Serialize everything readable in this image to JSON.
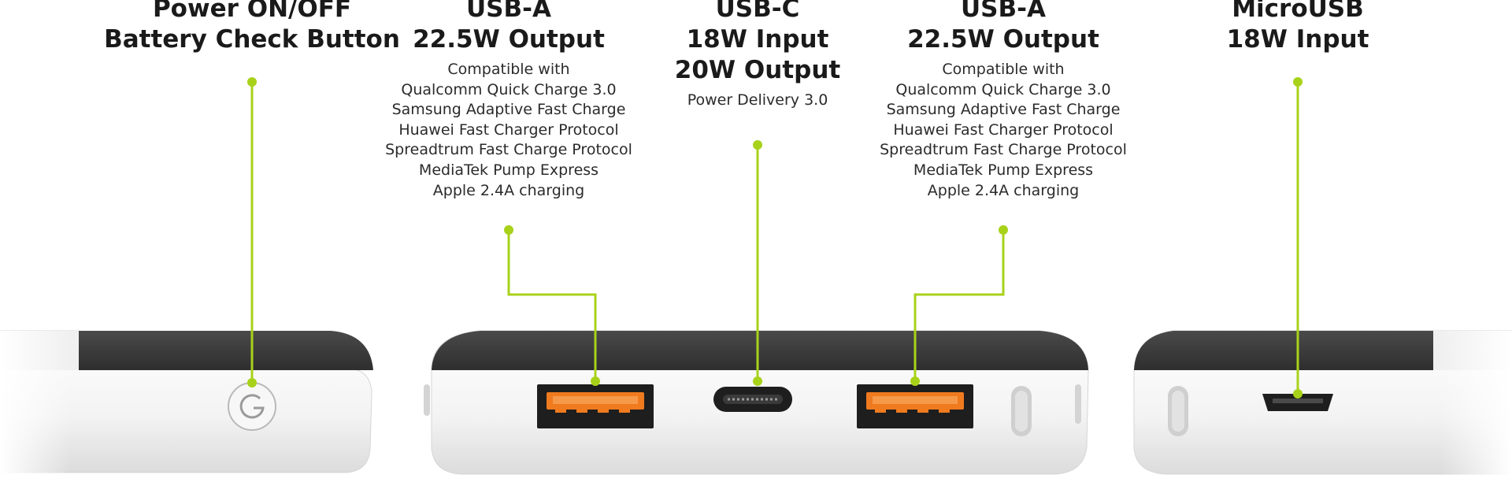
{
  "labels": [
    {
      "title": [
        "Power ON/OFF",
        "Battery Check Button"
      ],
      "desc": []
    },
    {
      "title": [
        "USB-A",
        "22.5W Output"
      ],
      "desc": [
        "Compatible with",
        "Qualcomm Quick Charge 3.0",
        "Samsung Adaptive Fast Charge",
        "Huawei Fast Charger Protocol",
        "Spreadtrum Fast Charge Protocol",
        "MediaTek Pump Express",
        "Apple 2.4A charging"
      ]
    },
    {
      "title": [
        "USB-C",
        "18W Input",
        "20W Output"
      ],
      "desc": [
        "Power Delivery 3.0"
      ]
    },
    {
      "title": [
        "USB-A",
        "22.5W Output"
      ],
      "desc": [
        "Compatible with",
        "Qualcomm Quick Charge 3.0",
        "Samsung Adaptive Fast Charge",
        "Huawei Fast Charger Protocol",
        "Spreadtrum Fast Charge Protocol",
        "MediaTek Pump Express",
        "Apple 2.4A charging"
      ]
    },
    {
      "title": [
        "MicroUSB",
        "18W Input"
      ],
      "desc": []
    }
  ],
  "colors": {
    "callout": "#a8d21a",
    "port_orange": "#f07a1e",
    "body_dark": "#3a3a3a",
    "body_white": "#f4f4f4"
  }
}
